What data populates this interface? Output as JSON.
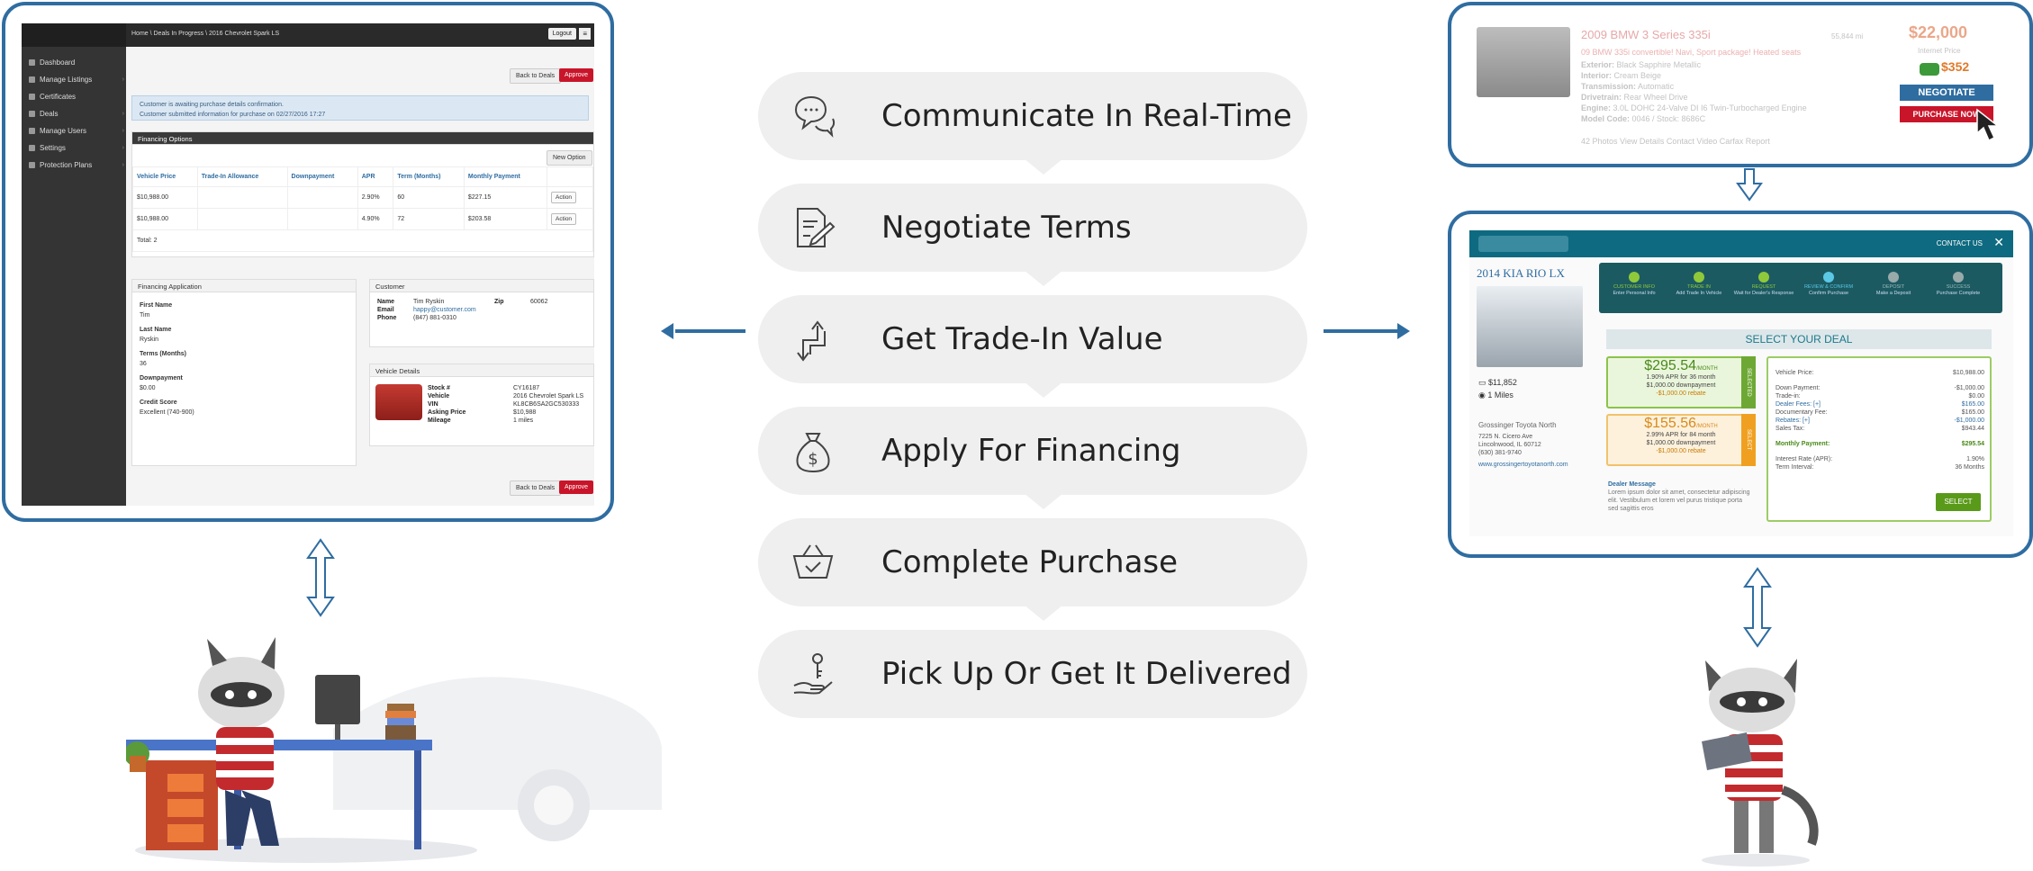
{
  "dealer_admin": {
    "sidebar": [
      "Dashboard",
      "Manage Listings",
      "Certificates",
      "Deals",
      "Manage Users",
      "Settings",
      "Protection Plans"
    ],
    "breadcrumb": "Home \\ Deals In Progress \\ 2016 Chevrolet Spark LS",
    "logout": "Logout",
    "back_to_deals": "Back to Deals",
    "approve": "Approve",
    "alert_line1": "Customer is awaiting purchase details confirmation.",
    "alert_line2": "Customer submitted information for purchase on 02/27/2016 17:27",
    "financing_options_title": "Financing Options",
    "new_option": "New Option",
    "columns": [
      "Vehicle Price",
      "Trade-In Allowance",
      "Downpayment",
      "APR",
      "Term (Months)",
      "Monthly Payment",
      ""
    ],
    "rows": [
      [
        "$10,988.00",
        "",
        "",
        "2.90%",
        "60",
        "$227.15",
        "Action"
      ],
      [
        "$10,988.00",
        "",
        "",
        "4.90%",
        "72",
        "$203.58",
        "Action"
      ]
    ],
    "total": "Total: 2",
    "financing_application_title": "Financing Application",
    "app_fields": [
      {
        "label": "First Name",
        "value": "Tim"
      },
      {
        "label": "Last Name",
        "value": "Ryskin"
      },
      {
        "label": "Terms (Months)",
        "value": "36"
      },
      {
        "label": "Downpayment",
        "value": "$0.00"
      },
      {
        "label": "Credit Score",
        "value": "Excellent (740-900)"
      }
    ],
    "customer_title": "Customer",
    "customer": {
      "name_label": "Name",
      "name": "Tim Ryskin",
      "email_label": "Email",
      "email": "happy@customer.com",
      "phone_label": "Phone",
      "phone": "(847) 881-0310",
      "zip_label": "Zip",
      "zip": "60062"
    },
    "vehicle_details_title": "Vehicle Details",
    "vehicle": [
      {
        "label": "Stock #",
        "value": "CY16187"
      },
      {
        "label": "Vehicle",
        "value": "2016 Chevrolet Spark LS"
      },
      {
        "label": "VIN",
        "value": "KL8CB6SA2GC530333"
      },
      {
        "label": "Asking Price",
        "value": "$10,988"
      },
      {
        "label": "Mileage",
        "value": "1 miles"
      }
    ]
  },
  "steps": [
    {
      "label": "Communicate In Real-Time",
      "icon": "chat-bubbles-icon"
    },
    {
      "label": "Negotiate Terms",
      "icon": "document-pen-icon"
    },
    {
      "label": "Get Trade-In Value",
      "icon": "exchange-arrows-icon"
    },
    {
      "label": "Apply For Financing",
      "icon": "money-bag-icon"
    },
    {
      "label": "Complete Purchase",
      "icon": "shopping-basket-icon"
    },
    {
      "label": "Pick Up Or Get It Delivered",
      "icon": "hand-key-icon"
    }
  ],
  "listing": {
    "title": "2009 BMW 3 Series 335i",
    "miles": "55,844 mi",
    "price": "$22,000",
    "price_label": "Internet Price",
    "subtitle": "09 BMW 335i convertible! Navi, Sport package! Heated seats",
    "specs": [
      {
        "label": "Exterior:",
        "value": "Black Sapphire Metallic"
      },
      {
        "label": "Interior:",
        "value": "Cream Beige"
      },
      {
        "label": "Transmission:",
        "value": "Automatic"
      },
      {
        "label": "Drivetrain:",
        "value": "Rear Wheel Drive"
      },
      {
        "label": "Engine:",
        "value": "3.0L DOHC 24-Valve DI I6 Twin-Turbocharged Engine"
      },
      {
        "label": "Model Code:",
        "value": "0046 / Stock: 8686C"
      }
    ],
    "badge_price": "$352",
    "negotiate": "NEGOTIATE",
    "purchase_now": "PURCHASE NOW",
    "footer": "42 Photos   View Details   Contact   Video   Carfax Report"
  },
  "deal": {
    "contact_us": "CONTACT US",
    "vehicle_title": "2014 KIA RIO LX",
    "price": "$11,852",
    "miles": "1 Miles",
    "dealer_name": "Grossinger Toyota North",
    "dealer_address1": "7225 N. Cicero Ave",
    "dealer_address2": "Lincolnwood, IL 60712",
    "dealer_phone": "(630) 381-9740",
    "dealer_url": "www.grossingertoyotanorth.com",
    "progress": [
      {
        "title": "CUSTOMER INFO",
        "sub": "Enter Personal Info",
        "state": "done"
      },
      {
        "title": "TRADE IN",
        "sub": "Add Trade In Vehicle",
        "state": "done"
      },
      {
        "title": "REQUEST",
        "sub": "Wait for Dealer's Response",
        "state": "done"
      },
      {
        "title": "REVIEW & CONFIRM",
        "sub": "Confirm Purchase",
        "state": "current"
      },
      {
        "title": "DEPOSIT",
        "sub": "Make a Deposit",
        "state": "todo"
      },
      {
        "title": "SUCCESS",
        "sub": "Purchase Complete",
        "state": "todo"
      }
    ],
    "select_title": "SELECT YOUR DEAL",
    "deal1": {
      "payment": "$295.54",
      "per": "/MONTH",
      "l1": "1.90% APR for 36 month",
      "l2": "$1,000.00 downpayment",
      "l3": "-$1,000.00 rebate",
      "tag": "SELECTED"
    },
    "deal2": {
      "payment": "$155.56",
      "per": "/MONTH",
      "l1": "2.99% APR for 84 month",
      "l2": "$1,000.00 downpayment",
      "l3": "-$1,000.00 rebate",
      "tag": "SELECT"
    },
    "breakdown": [
      {
        "label": "Vehicle Price:",
        "value": "$10,988.00"
      },
      {
        "label": "Down Payment:",
        "value": "-$1,000.00"
      },
      {
        "label": "Trade-in:",
        "value": "$0.00"
      },
      {
        "label": "Dealer Fees: [+]",
        "value": "$165.00"
      },
      {
        "label": "Documentary Fee:",
        "value": "$165.00"
      },
      {
        "label": "Rebates: [+]",
        "value": "-$1,000.00"
      },
      {
        "label": "Sales Tax:",
        "value": "$943.44"
      }
    ],
    "monthly_label": "Monthly Payment:",
    "monthly_value": "$295.54",
    "interest_label": "Interest Rate (APR):",
    "interest_value": "1.90%",
    "term_label": "Term Interval:",
    "term_value": "36 Months",
    "dealer_message_title": "Dealer Message",
    "dealer_message": "Lorem ipsum dolor sit amet, consectetur adipiscing elit. Vestibulum et lorem vel purus tristique porta sed sagittis eros",
    "select_button": "SELECT"
  }
}
